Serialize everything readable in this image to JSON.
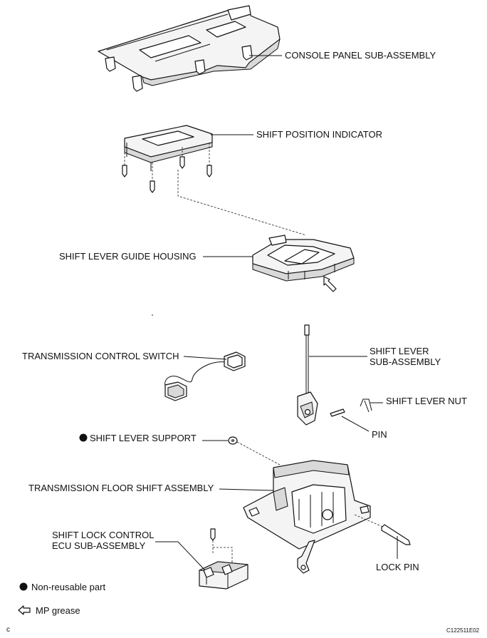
{
  "labels": {
    "console_panel": "CONSOLE PANEL SUB-ASSEMBLY",
    "shift_position_indicator": "SHIFT POSITION INDICATOR",
    "shift_lever_guide_housing": "SHIFT LEVER GUIDE HOUSING",
    "transmission_control_switch": "TRANSMISSION CONTROL SWITCH",
    "shift_lever_line1": "SHIFT LEVER",
    "shift_lever_line2": "SUB-ASSEMBLY",
    "shift_lever_nut": "SHIFT LEVER NUT",
    "pin": "PIN",
    "shift_lever_support": "SHIFT LEVER SUPPORT",
    "transmission_floor_shift": "TRANSMISSION FLOOR SHIFT ASSEMBLY",
    "shift_lock_line1": "SHIFT LOCK CONTROL",
    "shift_lock_line2": "ECU SUB-ASSEMBLY",
    "lock_pin": "LOCK PIN"
  },
  "legend": {
    "non_reusable": "Non-reusable part",
    "mp_grease": "MP grease"
  },
  "corner_letter": "c",
  "figure_code": "C122511E02",
  "icons": {
    "non_reusable_marker": "filled-circle",
    "grease_marker": "hollow-arrow-left"
  }
}
